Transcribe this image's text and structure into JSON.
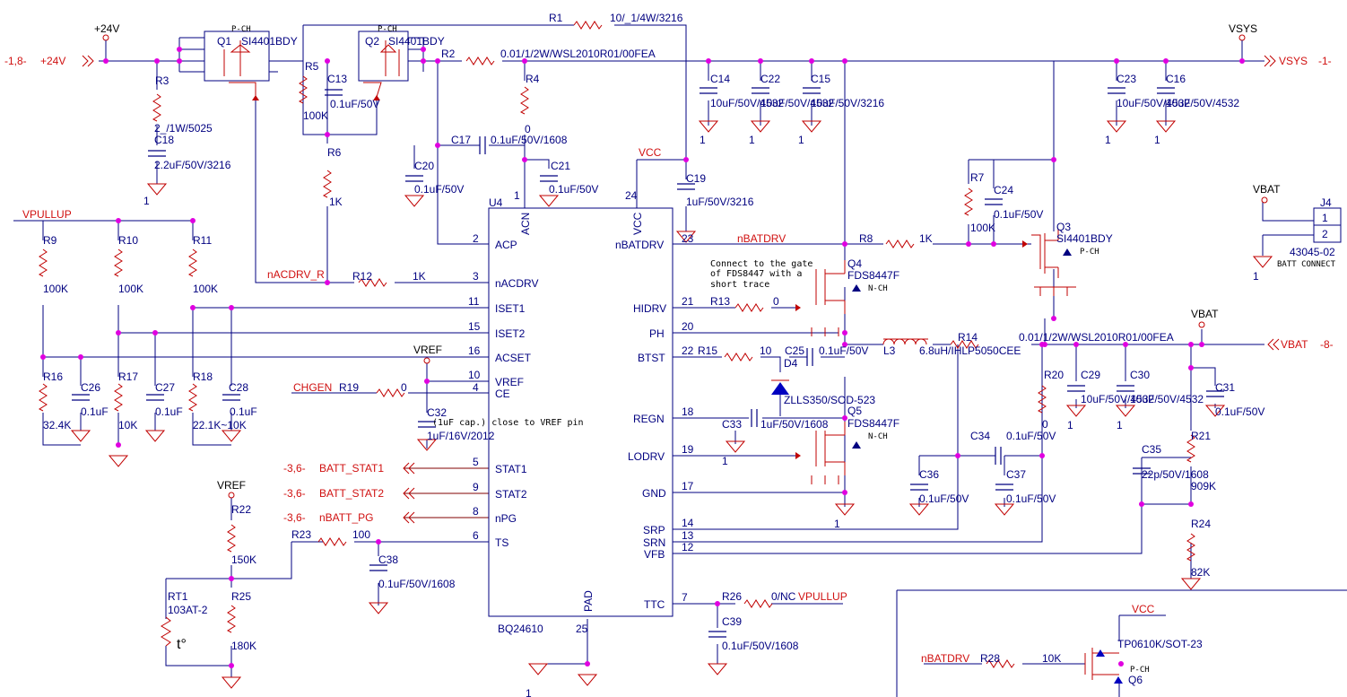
{
  "schematic": {
    "ic": {
      "ref": "U4",
      "part": "BQ24610"
    },
    "power_ports": [
      "+24V",
      "VSYS",
      "VBAT",
      "VBAT",
      "VREF",
      "VREF",
      "VCC",
      "VCC",
      "VPULLUP",
      "VPULLUP"
    ],
    "offsheet": [
      {
        "text": "+24V",
        "page": "-1,8-"
      },
      {
        "text": "VSYS",
        "page": "-1-"
      },
      {
        "text": "VBAT",
        "page": "-8-"
      },
      {
        "text": "BATT_STAT1",
        "page": "-3,6-"
      },
      {
        "text": "BATT_STAT2",
        "page": "-3,6-"
      },
      {
        "text": "nBATT_PG",
        "page": "-3,6-"
      }
    ],
    "nets": [
      "nACDRV_R",
      "CHGEN",
      "nBATDRV",
      "nBATDRV",
      "VPULLUP"
    ],
    "pins_left": [
      {
        "num": "2",
        "name": "ACP"
      },
      {
        "num": "3",
        "name": "nACDRV"
      },
      {
        "num": "11",
        "name": "ISET1"
      },
      {
        "num": "15",
        "name": "ISET2"
      },
      {
        "num": "16",
        "name": "ACSET"
      },
      {
        "num": "10",
        "name": "VREF"
      },
      {
        "num": "4",
        "name": "CE"
      },
      {
        "num": "5",
        "name": "STAT1"
      },
      {
        "num": "9",
        "name": "STAT2"
      },
      {
        "num": "8",
        "name": "nPG"
      },
      {
        "num": "6",
        "name": "TS"
      }
    ],
    "pins_right": [
      {
        "num": "23",
        "name": "nBATDRV"
      },
      {
        "num": "21",
        "name": "HIDRV"
      },
      {
        "num": "20",
        "name": "PH"
      },
      {
        "num": "22",
        "name": "BTST"
      },
      {
        "num": "18",
        "name": "REGN"
      },
      {
        "num": "19",
        "name": "LODRV"
      },
      {
        "num": "17",
        "name": "GND"
      },
      {
        "num": "14",
        "name": "SRP"
      },
      {
        "num": "13",
        "name": "SRN"
      },
      {
        "num": "12",
        "name": "VFB"
      },
      {
        "num": "7",
        "name": "TTC"
      }
    ],
    "pins_top": [
      {
        "num": "1",
        "name": "ACN"
      },
      {
        "num": "24",
        "name": "VCC"
      }
    ],
    "pin_bottom": {
      "num": "25",
      "name": "PAD"
    },
    "components": [
      {
        "ref": "R1",
        "value": "10/_1/4W/3216"
      },
      {
        "ref": "R2",
        "value": "0.01/1/2W/WSL2010R01/00FEA"
      },
      {
        "ref": "R3",
        "value": "2_/1W/5025"
      },
      {
        "ref": "C18",
        "value": "2.2uF/50V/3216"
      },
      {
        "ref": "R4",
        "value": "0"
      },
      {
        "ref": "R5",
        "value": "100K"
      },
      {
        "ref": "C13",
        "value": "0.1uF/50V"
      },
      {
        "ref": "R6",
        "value": "1K"
      },
      {
        "ref": "C17",
        "value": "0.1uF/50V/1608"
      },
      {
        "ref": "C20",
        "value": "0.1uF/50V"
      },
      {
        "ref": "C21",
        "value": "0.1uF/50V"
      },
      {
        "ref": "C19",
        "value": "1uF/50V/3216"
      },
      {
        "ref": "C14",
        "value": "10uF/50V/4532"
      },
      {
        "ref": "C22",
        "value": "10uF/50V/4532"
      },
      {
        "ref": "C15",
        "value": "10uF/50V/3216"
      },
      {
        "ref": "C23",
        "value": "10uF/50V/4532"
      },
      {
        "ref": "C16",
        "value": "10uF/50V/4532"
      },
      {
        "ref": "R7",
        "value": "100K"
      },
      {
        "ref": "C24",
        "value": "0.1uF/50V"
      },
      {
        "ref": "R8",
        "value": "1K"
      },
      {
        "ref": "R9",
        "value": "100K"
      },
      {
        "ref": "R10",
        "value": "100K"
      },
      {
        "ref": "R11",
        "value": "100K"
      },
      {
        "ref": "R12",
        "value": "1K"
      },
      {
        "ref": "R16",
        "value": "32.4K"
      },
      {
        "ref": "C26",
        "value": "0.1uF"
      },
      {
        "ref": "R17",
        "value": "10K"
      },
      {
        "ref": "C27",
        "value": "0.1uF"
      },
      {
        "ref": "R18",
        "value": "22.1K~10K"
      },
      {
        "ref": "C28",
        "value": "0.1uF"
      },
      {
        "ref": "R19",
        "value": "0"
      },
      {
        "ref": "C32",
        "value": "1uF/16V/2012"
      },
      {
        "ref": "R13",
        "value": "0"
      },
      {
        "ref": "R15",
        "value": "10"
      },
      {
        "ref": "C25",
        "value": "0.1uF/50V"
      },
      {
        "ref": "D4",
        "value": "ZLLS350/SOD-523"
      },
      {
        "ref": "L3",
        "value": "6.8uH/IHLP5050CEE"
      },
      {
        "ref": "R14",
        "value": "0.01/1/2W/WSL2010R01/00FEA"
      },
      {
        "ref": "C33",
        "value": "1uF/50V/1608"
      },
      {
        "ref": "R20",
        "value": "0"
      },
      {
        "ref": "C29",
        "value": "10uF/50V/4532"
      },
      {
        "ref": "C30",
        "value": "10uF/50V/4532"
      },
      {
        "ref": "C31",
        "value": "0.1uF/50V"
      },
      {
        "ref": "C34",
        "value": "0.1uF/50V"
      },
      {
        "ref": "C36",
        "value": "0.1uF/50V"
      },
      {
        "ref": "C37",
        "value": "0.1uF/50V"
      },
      {
        "ref": "C35",
        "value": "22p/50V/1608"
      },
      {
        "ref": "R21",
        "value": "909K"
      },
      {
        "ref": "R24",
        "value": "82K"
      },
      {
        "ref": "R22",
        "value": "150K"
      },
      {
        "ref": "R23",
        "value": "100"
      },
      {
        "ref": "C38",
        "value": "0.1uF/50V/1608"
      },
      {
        "ref": "RT1",
        "value": "103AT-2"
      },
      {
        "ref": "R25",
        "value": "180K"
      },
      {
        "ref": "R26",
        "value": "0/NC"
      },
      {
        "ref": "C39",
        "value": "0.1uF/50V/1608"
      },
      {
        "ref": "R28",
        "value": "10K"
      },
      {
        "ref": "J4",
        "value": "43045-02"
      },
      {
        "ref": "Q6",
        "value": "TP0610K/SOT-23"
      }
    ],
    "transistors": [
      {
        "ref": "Q1",
        "part": "SI4401BDY",
        "type": "P-CH"
      },
      {
        "ref": "Q2",
        "part": "SI4401BDY",
        "type": "P-CH"
      },
      {
        "ref": "Q3",
        "part": "SI4401BDY",
        "type": "P-CH"
      },
      {
        "ref": "Q4",
        "part": "FDS8447F",
        "type": "N-CH"
      },
      {
        "ref": "Q5",
        "part": "FDS8447F",
        "type": "N-CH"
      },
      {
        "ref": "Q6",
        "part": "TP0610K/SOT-23",
        "type": "P-CH"
      }
    ],
    "connector": {
      "ref": "J4",
      "part": "43045-02",
      "label": "BATT CONNECT",
      "pins": [
        "1",
        "2"
      ]
    },
    "notes": [
      "Connect to the gate",
      "of FDS8447 with a",
      "short trace",
      "(1uF cap.) close to  VREF pin"
    ],
    "thermistor_symbol": "t°",
    "ground_label": "1",
    "colors": {
      "wire": "#000080",
      "symbol": "#c00000",
      "junction": "#e000e0",
      "net_label": "#d01010"
    }
  }
}
